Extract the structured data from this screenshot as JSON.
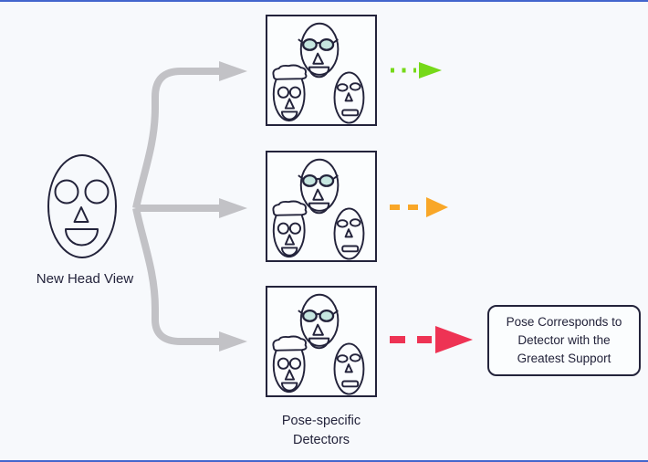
{
  "colors": {
    "bg": "#f7f9fc",
    "edge_blue": "#4365cd",
    "ink": "#23233b",
    "box_bg": "#fbfdfe",
    "arrow_gray": "#c2c2c6",
    "arrow_green": "#76d919",
    "arrow_orange": "#f9a728",
    "arrow_red": "#ee3354",
    "lens_teal": "#c6e6e0"
  },
  "left_figure": {
    "label": "New Head View",
    "icon": "front-face-icon"
  },
  "detectors": {
    "label": "Pose-specific Detectors",
    "boxes": [
      {
        "name": "pose-detector-1",
        "faces": [
          "face-with-glasses-icon",
          "face-with-hat-icon",
          "neutral-face-icon"
        ]
      },
      {
        "name": "pose-detector-2",
        "faces": [
          "face-with-glasses-icon",
          "face-with-hat-icon",
          "neutral-face-icon"
        ]
      },
      {
        "name": "pose-detector-3",
        "faces": [
          "face-with-glasses-icon",
          "face-with-hat-icon",
          "neutral-face-icon"
        ]
      }
    ],
    "support_arrows": [
      {
        "color_name": "green",
        "style": "dotted"
      },
      {
        "color_name": "orange",
        "style": "dashed"
      },
      {
        "color_name": "red",
        "style": "dashed-bold"
      }
    ]
  },
  "result_box": {
    "text": "Pose Corresponds to Detector with the Greatest Support"
  }
}
